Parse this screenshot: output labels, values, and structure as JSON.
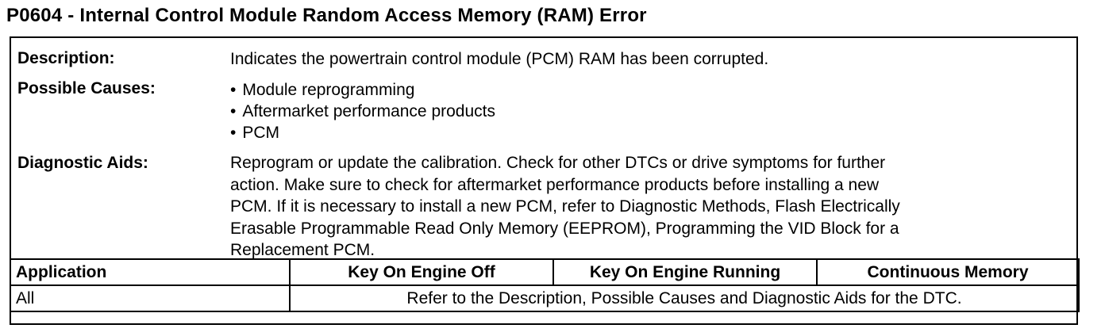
{
  "title": "P0604 - Internal Control Module Random Access Memory (RAM) Error",
  "description": {
    "label": "Description:",
    "text": "Indicates the powertrain control module (PCM) RAM has been corrupted."
  },
  "possible_causes": {
    "label": "Possible Causes:",
    "items": [
      "Module reprogramming",
      "Aftermarket performance products",
      "PCM"
    ]
  },
  "diagnostic_aids": {
    "label": "Diagnostic Aids:",
    "lines": [
      "Reprogram or update the calibration. Check for other DTCs or drive symptoms for further",
      "action. Make sure to check for aftermarket performance products before installing a new",
      "PCM. If it is necessary to install a new PCM, refer to Diagnostic Methods, Flash Electrically",
      "Erasable Programmable Read Only Memory (EEPROM), Programming the VID Block for a",
      "Replacement PCM."
    ]
  },
  "table": {
    "headers": [
      "Application",
      "Key On Engine Off",
      "Key On Engine Running",
      "Continuous Memory"
    ],
    "row": {
      "application": "All",
      "note": "Refer to the Description, Possible Causes and Diagnostic Aids for the DTC."
    }
  }
}
